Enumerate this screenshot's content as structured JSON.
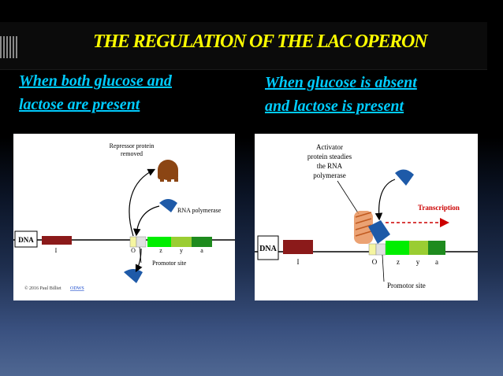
{
  "slide": {
    "title": "THE REGULATION OF THE LAC OPERON"
  },
  "left": {
    "heading_line1": "When  both  glucose and",
    "heading_line2": "lactose  are  present",
    "diagram": {
      "repressor_line1": "Repressor protein",
      "repressor_line2": "removed",
      "rna_pol_label": "RNA polymerase",
      "dna_label": "DNA",
      "gene_i": "I",
      "gene_o": "O",
      "gene_z": "z",
      "gene_y": "y",
      "gene_a": "a",
      "promotor_label": "Promotor site",
      "copyright": "© 2016 Paul Billiet",
      "copyright_link": "ODWS"
    }
  },
  "right": {
    "heading_line1": "When  glucose is  absent",
    "heading_line2": "and  lactose  is  present",
    "diagram": {
      "activator_line1": "Activator",
      "activator_line2": "protein steadies",
      "activator_line3": "the RNA",
      "activator_line4": "polymerase",
      "transcription_label": "Transcription",
      "dna_label": "DNA",
      "gene_i": "I",
      "gene_o": "O",
      "gene_z": "z",
      "gene_y": "y",
      "gene_a": "a",
      "promotor_label": "Promotor site"
    }
  },
  "colors": {
    "title": "#ffff00",
    "heading": "#00ccff",
    "gene_i": "#8b1a1a",
    "gene_z": "#00ee00",
    "gene_y": "#9acd32",
    "gene_a": "#1e8b1e",
    "polymerase": "#1e5aa8",
    "repressor": "#8b4513",
    "activator": "#e8925a",
    "transcription": "#cc0000"
  }
}
